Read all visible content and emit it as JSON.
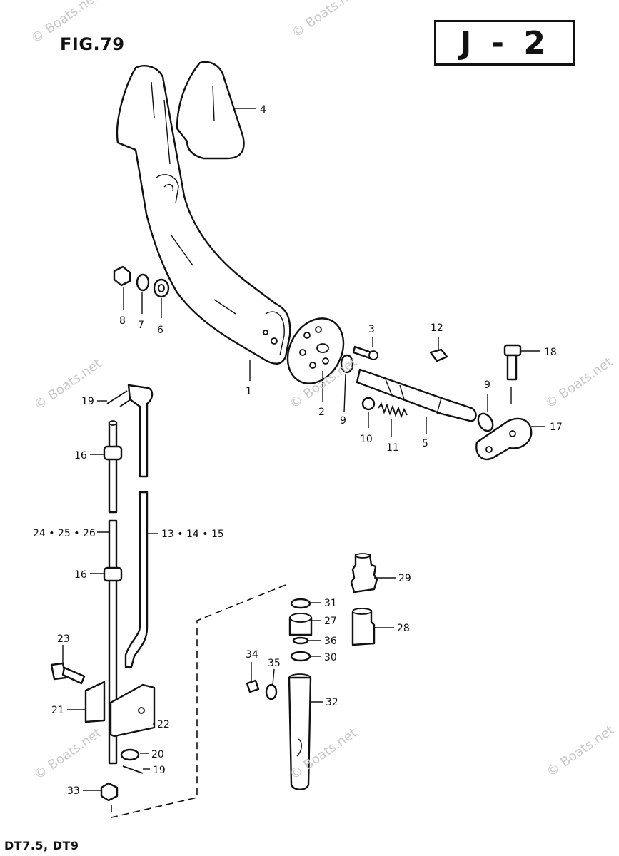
{
  "header": {
    "figure_title": "FIG.79",
    "section_code": "J - 2"
  },
  "footer": {
    "models": "DT7.5, DT9"
  },
  "watermark": {
    "text": "© Boats.net"
  },
  "callouts": [
    {
      "id": "c1",
      "label": "1"
    },
    {
      "id": "c2",
      "label": "2"
    },
    {
      "id": "c3",
      "label": "3"
    },
    {
      "id": "c4",
      "label": "4"
    },
    {
      "id": "c5",
      "label": "5"
    },
    {
      "id": "c6",
      "label": "6"
    },
    {
      "id": "c7",
      "label": "7"
    },
    {
      "id": "c8",
      "label": "8"
    },
    {
      "id": "c9a",
      "label": "9"
    },
    {
      "id": "c9b",
      "label": "9"
    },
    {
      "id": "c10",
      "label": "10"
    },
    {
      "id": "c11",
      "label": "11"
    },
    {
      "id": "c12",
      "label": "12"
    },
    {
      "id": "c13",
      "label": "13 • 14 • 15"
    },
    {
      "id": "c16a",
      "label": "16"
    },
    {
      "id": "c16b",
      "label": "16"
    },
    {
      "id": "c17",
      "label": "17"
    },
    {
      "id": "c18",
      "label": "18"
    },
    {
      "id": "c19a",
      "label": "19"
    },
    {
      "id": "c19b",
      "label": "19"
    },
    {
      "id": "c20",
      "label": "20"
    },
    {
      "id": "c21",
      "label": "21"
    },
    {
      "id": "c22",
      "label": "22"
    },
    {
      "id": "c23",
      "label": "23"
    },
    {
      "id": "c24",
      "label": "24 • 25 • 26"
    },
    {
      "id": "c27",
      "label": "27"
    },
    {
      "id": "c28",
      "label": "28"
    },
    {
      "id": "c29",
      "label": "29"
    },
    {
      "id": "c30",
      "label": "30"
    },
    {
      "id": "c31",
      "label": "31"
    },
    {
      "id": "c32",
      "label": "32"
    },
    {
      "id": "c33",
      "label": "33"
    },
    {
      "id": "c34",
      "label": "34"
    },
    {
      "id": "c35",
      "label": "35"
    },
    {
      "id": "c36",
      "label": "36"
    }
  ]
}
